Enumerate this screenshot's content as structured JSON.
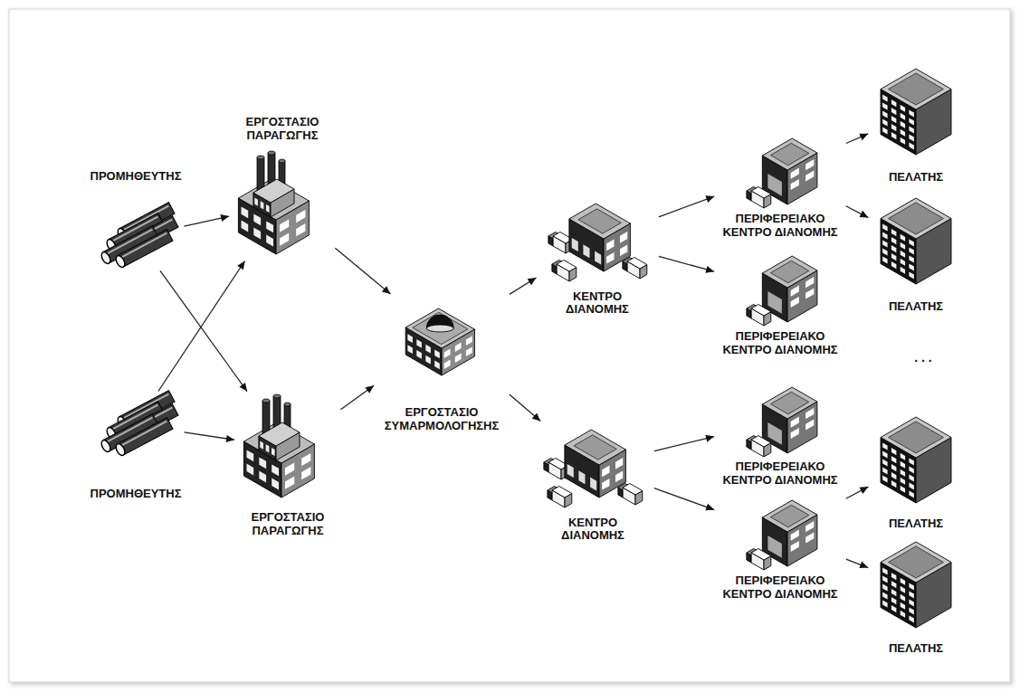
{
  "diagram": {
    "nodes": [
      {
        "text": [
          "ΠΡΟΜΗΘΕΥΤΗΣ"
        ]
      },
      {
        "text": [
          "ΠΡΟΜΗΘΕΥΤΗΣ"
        ]
      },
      {
        "text": [
          "ΕΡΓΟΣΤΑΣΙΟ ΠΑΡΑΓΩΓΗΣ"
        ]
      },
      {
        "text": [
          "ΕΡΓΟΣΤΑΣΙΟ ΠΑΡΑΓΩΓΗΣ"
        ]
      },
      {
        "text": [
          "ΕΡΓΟΣΤΑΣΙΟ ΣΥΜΑΡΜΟΛΟΓΗΣΗΣ"
        ]
      },
      {
        "text": [
          "ΚΕΝΤΡΟ ΔΙΑΝΟΜΗΣ"
        ]
      },
      {
        "text": [
          "ΚΕΝΤΡΟ ΔΙΑΝΟΜΗΣ"
        ]
      },
      {
        "text": [
          "ΠΕΡΙΦΕΡΕΙΑΚΟ ΚΕΝΤΡΟ ΔΙΑΝΟΜΗΣ"
        ]
      },
      {
        "text": [
          "ΠΕΡΙΦΕΡΕΙΑΚΟ ΚΕΝΤΡΟ ΔΙΑΝΟΜΗΣ"
        ]
      },
      {
        "text": [
          "ΠΕΡΙΦΕΡΕΙΑΚΟ ΚΕΝΤΡΟ ΔΙΑΝΟΜΗΣ"
        ]
      },
      {
        "text": [
          "ΠΕΡΙΦΕΡΕΙΑΚΟ ΚΕΝΤΡΟ ΔΙΑΝΟΜΗΣ"
        ]
      },
      {
        "text": [
          "ΠΕΛΑΤΗΣ"
        ]
      },
      {
        "text": [
          "ΠΕΛΑΤΗΣ"
        ]
      },
      {
        "text": [
          "ΠΕΛΑΤΗΣ"
        ]
      },
      {
        "text": [
          "ΠΕΛΑΤΗΣ"
        ]
      }
    ],
    "edges": [
      {
        "from": 0,
        "to": 2,
        "arrow": "to"
      },
      {
        "from": 0,
        "to": 3,
        "arrow": "to"
      },
      {
        "from": 1,
        "to": 2,
        "arrow": "to"
      },
      {
        "from": 1,
        "to": 3,
        "arrow": "to"
      },
      {
        "from": 2,
        "to": 4,
        "arrow": "to"
      },
      {
        "from": 3,
        "to": 4,
        "arrow": "to"
      },
      {
        "from": 4,
        "to": 5,
        "arrow": "to"
      },
      {
        "from": 4,
        "to": 6,
        "arrow": "to"
      },
      {
        "from": 5,
        "to": 7,
        "arrow": "to"
      },
      {
        "from": 5,
        "to": 8,
        "arrow": "to"
      },
      {
        "from": 6,
        "to": 9,
        "arrow": "to"
      },
      {
        "from": 6,
        "to": 10,
        "arrow": "to"
      },
      {
        "from": 7,
        "to": 11,
        "arrow": "to"
      },
      {
        "from": 7,
        "to": 12,
        "arrow": "to"
      },
      {
        "from": 10,
        "to": 13,
        "arrow": "to"
      },
      {
        "from": 10,
        "to": 14,
        "arrow": "to"
      }
    ],
    "labels": [
      ". . ."
    ]
  }
}
